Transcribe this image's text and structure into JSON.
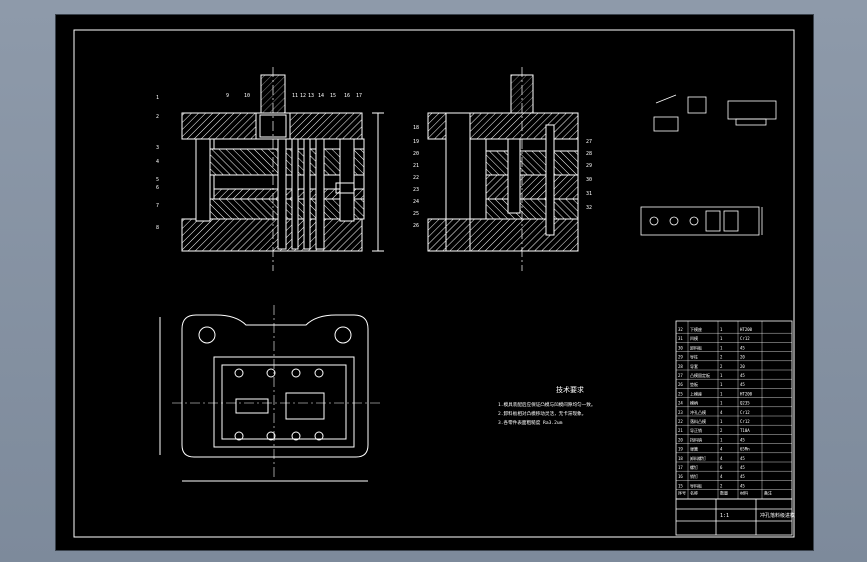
{
  "drawing": {
    "background_color": "#000000",
    "line_color": "#ffffff",
    "accent_color": "#ff3b3b",
    "workspace_color": "#8e9aaa"
  },
  "front_view": {
    "leader_labels_left": [
      "1",
      "2",
      "3",
      "4",
      "5",
      "6",
      "7",
      "8"
    ],
    "leader_labels_top": [
      "9",
      "10",
      "11",
      "12",
      "13",
      "14",
      "15",
      "16",
      "17"
    ]
  },
  "side_view": {
    "leader_labels_left": [
      "18",
      "19",
      "20",
      "21",
      "22",
      "23",
      "24",
      "25",
      "26"
    ],
    "leader_labels_right": [
      "27",
      "28",
      "29",
      "30",
      "31",
      "32"
    ]
  },
  "notes": {
    "title": "技术要求",
    "lines": [
      "1.模具装配后应保证凸模与凹模间隙均匀一致。",
      "2.卸料板相对凸模移动灵活，无卡滞现象。",
      "3.各零件表面粗糙度 Ra3.2um"
    ]
  },
  "parts_table": {
    "header": [
      "序号",
      "名称",
      "数量",
      "材料",
      "备注"
    ],
    "rows": [
      [
        "32",
        "下模座",
        "1",
        "HT200",
        ""
      ],
      [
        "31",
        "凹模",
        "1",
        "Cr12",
        ""
      ],
      [
        "30",
        "卸料板",
        "1",
        "45",
        ""
      ],
      [
        "29",
        "导柱",
        "2",
        "20",
        ""
      ],
      [
        "28",
        "导套",
        "2",
        "20",
        ""
      ],
      [
        "27",
        "凸模固定板",
        "1",
        "45",
        ""
      ],
      [
        "26",
        "垫板",
        "1",
        "45",
        ""
      ],
      [
        "25",
        "上模座",
        "1",
        "HT200",
        ""
      ],
      [
        "24",
        "模柄",
        "1",
        "Q235",
        ""
      ],
      [
        "23",
        "冲孔凸模",
        "4",
        "Cr12",
        ""
      ],
      [
        "22",
        "落料凸模",
        "1",
        "Cr12",
        ""
      ],
      [
        "21",
        "导正销",
        "2",
        "T10A",
        ""
      ],
      [
        "20",
        "挡料销",
        "1",
        "45",
        ""
      ],
      [
        "19",
        "弹簧",
        "4",
        "65Mn",
        ""
      ],
      [
        "18",
        "卸料螺钉",
        "4",
        "45",
        ""
      ],
      [
        "17",
        "螺钉",
        "6",
        "45",
        ""
      ],
      [
        "16",
        "销钉",
        "4",
        "45",
        ""
      ],
      [
        "15",
        "导料板",
        "2",
        "45",
        ""
      ]
    ]
  },
  "title_block": {
    "drawing_name": "冲孔落料级进模",
    "scale": "1:1"
  }
}
